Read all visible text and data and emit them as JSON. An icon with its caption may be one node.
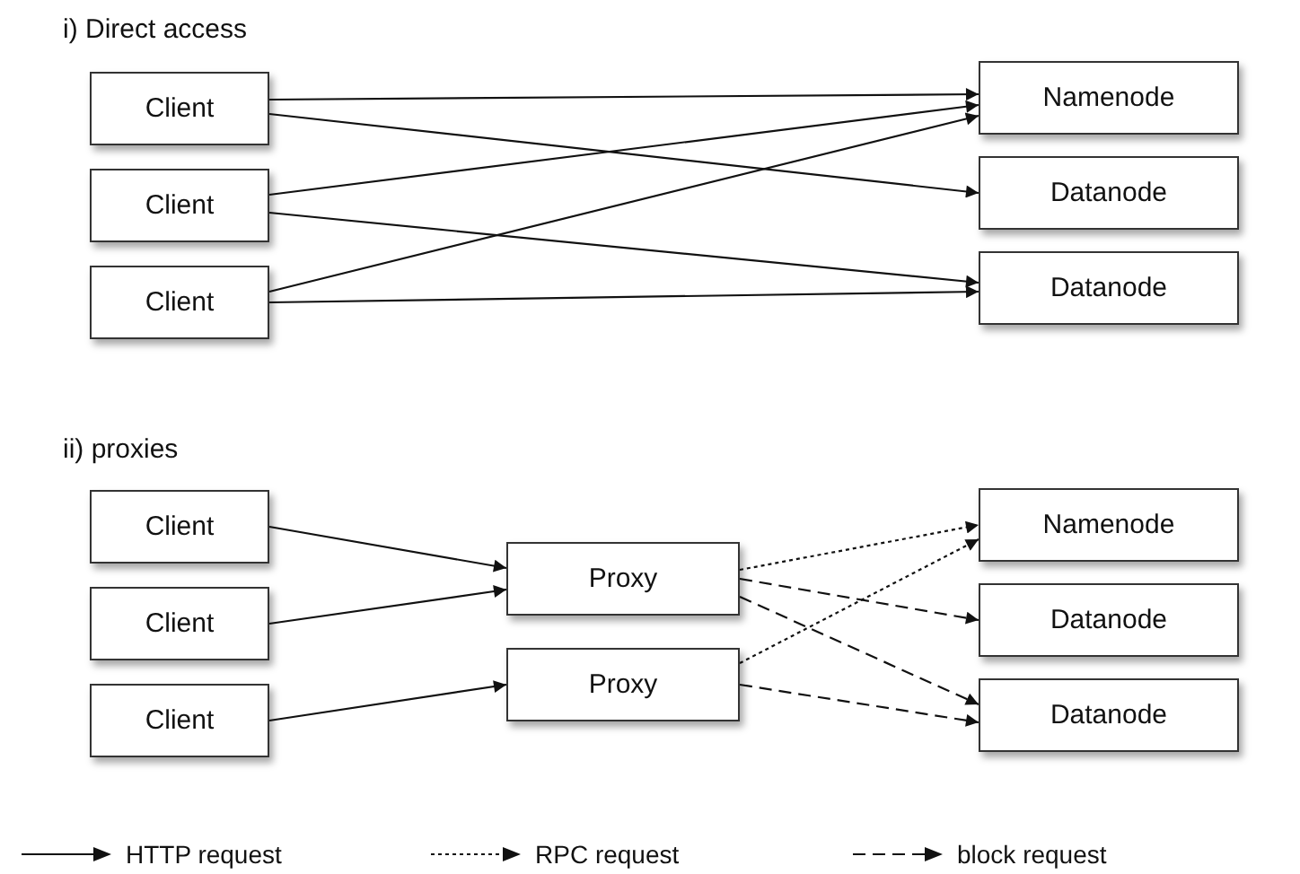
{
  "diagram": {
    "nodes": [
      {
        "text": [
          "Client"
        ]
      },
      {
        "text": [
          "Client"
        ]
      },
      {
        "text": [
          "Client"
        ]
      },
      {
        "text": [
          "Namenode"
        ]
      },
      {
        "text": [
          "Datanode"
        ]
      },
      {
        "text": [
          "Datanode"
        ]
      },
      {
        "text": [
          "Client"
        ]
      },
      {
        "text": [
          "Client"
        ]
      },
      {
        "text": [
          "Client"
        ]
      },
      {
        "text": [
          "Proxy"
        ]
      },
      {
        "text": [
          "Proxy"
        ]
      },
      {
        "text": [
          "Namenode"
        ]
      },
      {
        "text": [
          "Datanode"
        ]
      },
      {
        "text": [
          "Datanode"
        ]
      }
    ],
    "edges": [
      {
        "from": 0,
        "to": 3,
        "arrow": "to"
      },
      {
        "from": 0,
        "to": 4,
        "arrow": "to"
      },
      {
        "from": 1,
        "to": 3,
        "arrow": "to"
      },
      {
        "from": 1,
        "to": 5,
        "arrow": "to"
      },
      {
        "from": 2,
        "to": 3,
        "arrow": "to"
      },
      {
        "from": 2,
        "to": 5,
        "arrow": "to"
      },
      {
        "from": 6,
        "to": 9,
        "arrow": "to"
      },
      {
        "from": 7,
        "to": 9,
        "arrow": "to"
      },
      {
        "from": 8,
        "to": 10,
        "arrow": "to"
      },
      {
        "from": 9,
        "to": 11,
        "arrow": "to",
        "style": "dashed"
      },
      {
        "from": 9,
        "to": 12,
        "arrow": "to",
        "style": "dashed"
      },
      {
        "from": 9,
        "to": 13,
        "arrow": "to",
        "style": "dashed"
      },
      {
        "from": 10,
        "to": 11,
        "arrow": "to",
        "style": "dashed"
      },
      {
        "from": 10,
        "to": 13,
        "arrow": "to",
        "style": "dashed"
      }
    ],
    "labels": [
      "i) Direct access",
      "ii) proxies"
    ],
    "legend": [
      {
        "text": "HTTP request"
      },
      {
        "text": "RPC request"
      },
      {
        "text": "block request"
      }
    ]
  }
}
